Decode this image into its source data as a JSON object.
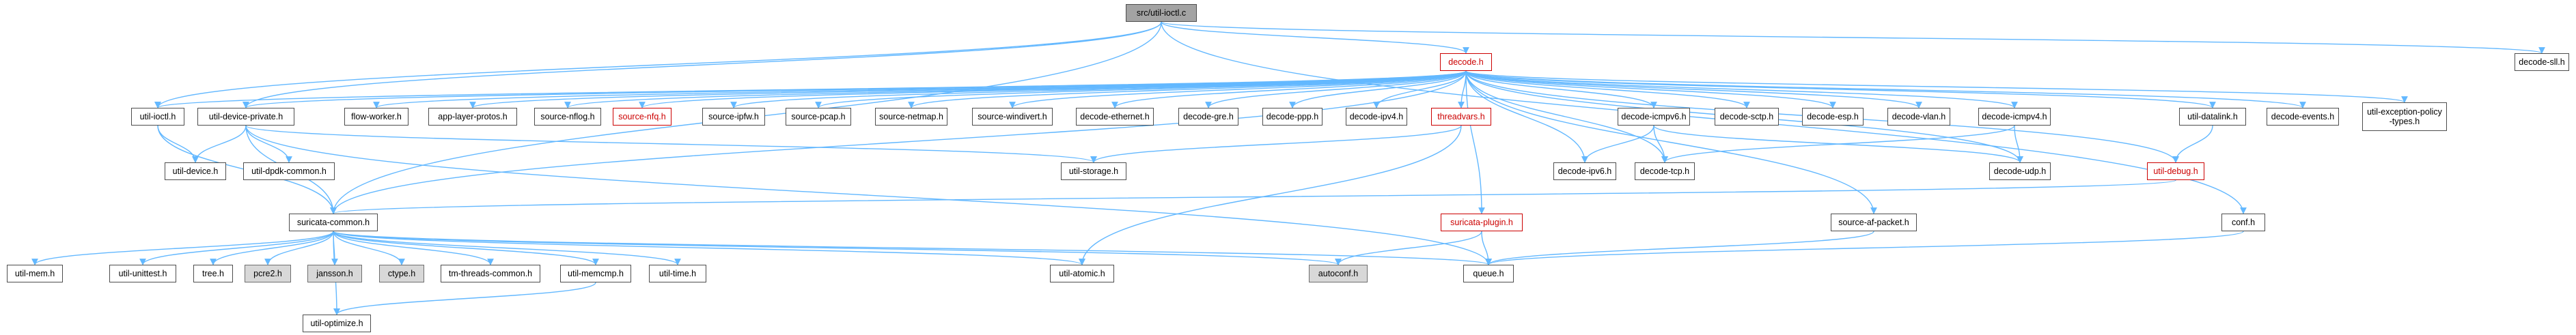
{
  "graph": {
    "nodes": {
      "root": "src/util-ioctl.c",
      "decode": "decode.h",
      "decode_sll": "decode-sll.h",
      "util_ioctl": "util-ioctl.h",
      "util_device_private": "util-device-private.h",
      "flow_worker": "flow-worker.h",
      "app_layer_protos": "app-layer-protos.h",
      "source_nflog": "source-nflog.h",
      "source_nfq": "source-nfq.h",
      "source_ipfw": "source-ipfw.h",
      "source_pcap": "source-pcap.h",
      "source_netmap": "source-netmap.h",
      "source_windivert": "source-windivert.h",
      "decode_ethernet": "decode-ethernet.h",
      "decode_gre": "decode-gre.h",
      "decode_ppp": "decode-ppp.h",
      "decode_ipv4": "decode-ipv4.h",
      "threadvars": "threadvars.h",
      "decode_icmpv6": "decode-icmpv6.h",
      "decode_sctp": "decode-sctp.h",
      "decode_esp": "decode-esp.h",
      "decode_vlan": "decode-vlan.h",
      "decode_icmpv4": "decode-icmpv4.h",
      "util_datalink": "util-datalink.h",
      "decode_events": "decode-events.h",
      "util_exception_policy_types_1": "util-exception-policy",
      "util_exception_policy_types_2": "-types.h",
      "util_device": "util-device.h",
      "util_dpdk_common": "util-dpdk-common.h",
      "util_storage": "util-storage.h",
      "decode_ipv6": "decode-ipv6.h",
      "decode_tcp": "decode-tcp.h",
      "decode_udp": "decode-udp.h",
      "util_debug": "util-debug.h",
      "suricata_common": "suricata-common.h",
      "suricata_plugin": "suricata-plugin.h",
      "source_af_packet": "source-af-packet.h",
      "conf": "conf.h",
      "util_mem": "util-mem.h",
      "util_unittest": "util-unittest.h",
      "tree": "tree.h",
      "pcre2": "pcre2.h",
      "jansson": "jansson.h",
      "ctype": "ctype.h",
      "tm_threads_common": "tm-threads-common.h",
      "util_memcmp": "util-memcmp.h",
      "util_time": "util-time.h",
      "util_atomic": "util-atomic.h",
      "autoconf": "autoconf.h",
      "queue": "queue.h",
      "util_optimize": "util-optimize.h"
    },
    "colors": {
      "edge": "#63b8ff",
      "node_border": "#4d4d4d",
      "highlight": "#cc0000",
      "root_fill": "#a3a3a3",
      "system_fill": "#d8d8d8"
    }
  }
}
